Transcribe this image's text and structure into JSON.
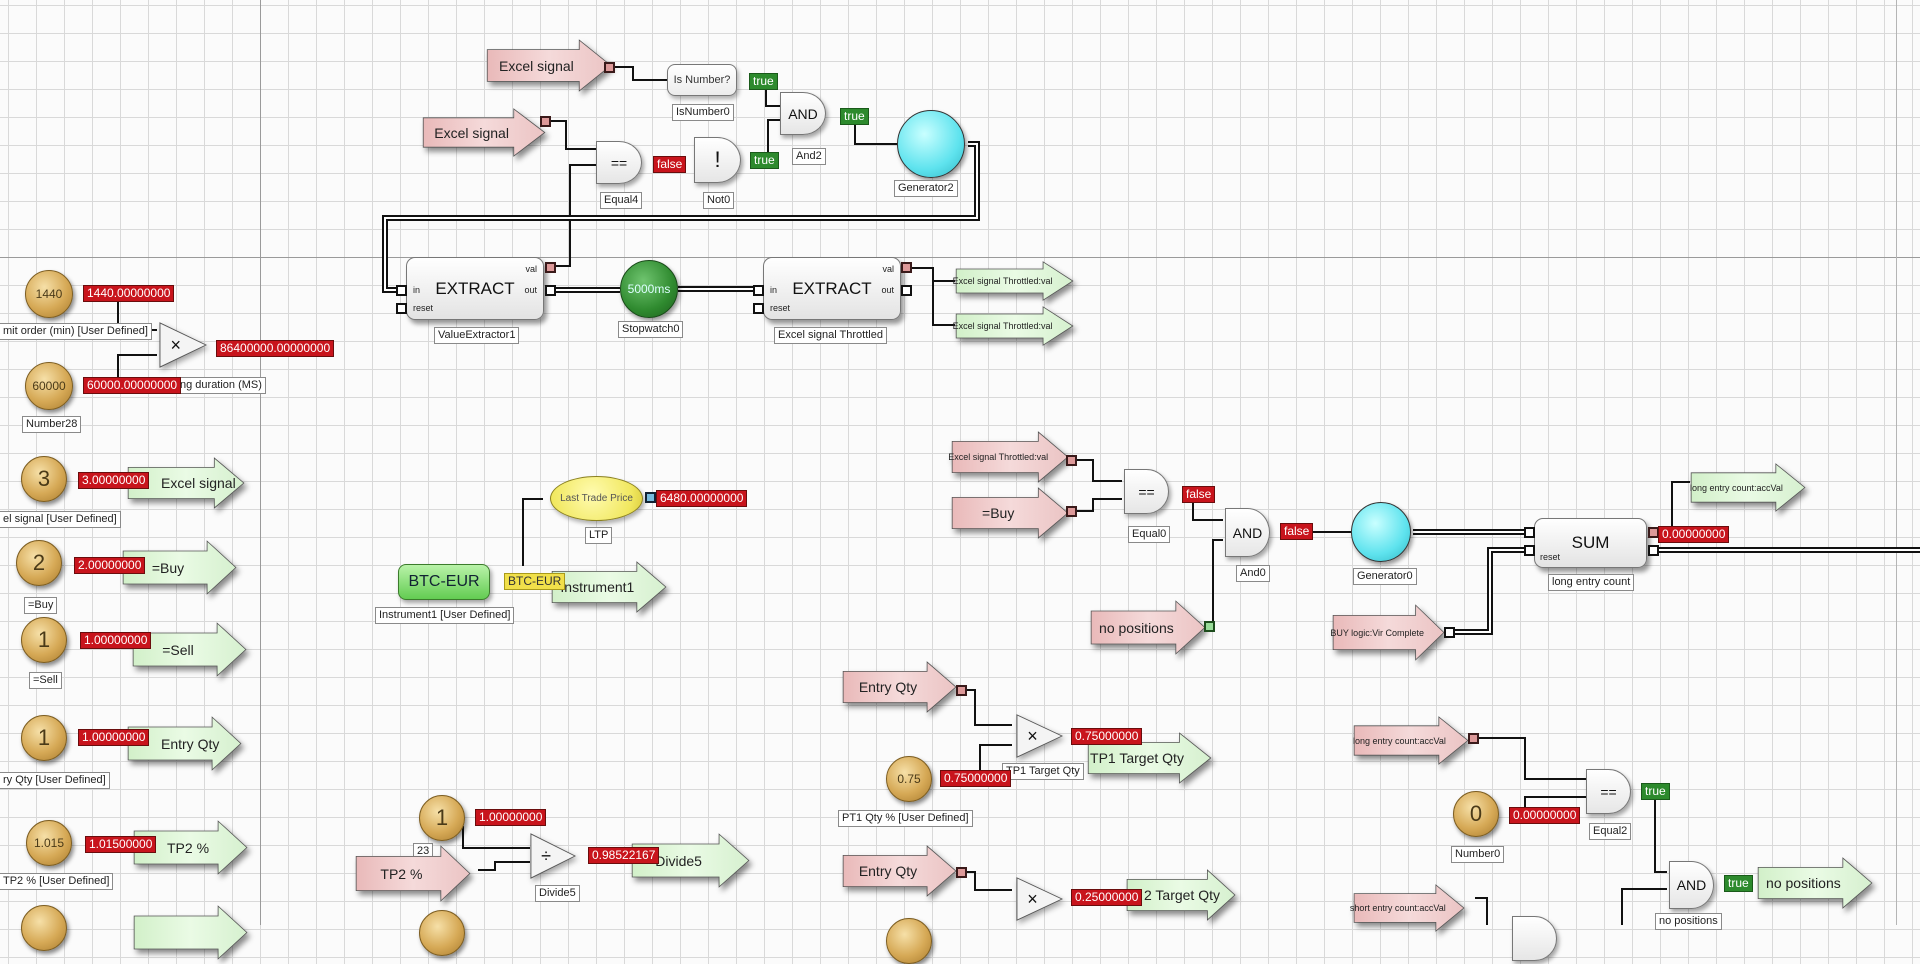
{
  "top": {
    "excel_signal_1": "Excel signal",
    "excel_signal_2": "Excel signal",
    "is_number": {
      "text": "Is Number?",
      "label": "IsNumber0",
      "output": "true"
    },
    "and2": {
      "text": "AND",
      "label": "And2",
      "output": "true"
    },
    "generator2": {
      "label": "Generator2"
    },
    "equal4": {
      "text": "==",
      "label": "Equal4",
      "output": "false"
    },
    "not0": {
      "text": "!",
      "label": "Not0",
      "output": "true"
    },
    "value_extractor1": {
      "text": "EXTRACT",
      "label": "ValueExtractor1",
      "port_in": "in",
      "port_reset": "reset",
      "port_val": "val",
      "port_out": "out"
    },
    "stopwatch0": {
      "text": "5000ms",
      "label": "Stopwatch0"
    },
    "extract_throttled": {
      "text": "EXTRACT",
      "label": "Excel signal Throttled",
      "port_in": "in",
      "port_reset": "reset",
      "port_val": "val",
      "port_out": "out"
    },
    "outputs": [
      "Excel signal Throttled:val",
      "Excel signal Throttled:val"
    ]
  },
  "left": {
    "limit_order": {
      "ball": "1440",
      "value": "1440.00000000",
      "label": "mit order (min) [User Defined]"
    },
    "multiply": {
      "text": "×",
      "value": "86400000.00000000"
    },
    "duration": {
      "ball": "60000",
      "value": "60000.00000000",
      "label": "ng duration (MS)",
      "name": "Number28"
    },
    "excel_signal": {
      "ball": "3",
      "value": "3.00000000",
      "arrow": "Excel signal",
      "label": "el signal [User Defined]"
    },
    "buy": {
      "ball": "2",
      "value": "2.00000000",
      "arrow": "=Buy",
      "label": "=Buy"
    },
    "sell": {
      "ball": "1",
      "value": "1.00000000",
      "arrow": "=Sell",
      "label": "=Sell"
    },
    "entry_qty": {
      "ball": "1",
      "value": "1.00000000",
      "arrow": "Entry Qty",
      "label": "ry Qty [User Defined]"
    },
    "tp2": {
      "ball": "1.015",
      "value": "1.01500000",
      "arrow": "TP2 %",
      "label": "TP2 % [User Defined]"
    }
  },
  "instrument": {
    "ltp_text": "Last Trade Price",
    "ltp_value": "6480.00000000",
    "ltp_label": "LTP",
    "symbol": "BTC-EUR",
    "symbol_tag": "BTC-EUR",
    "arrow": "Instrument1",
    "label": "Instrument1 [User Defined]"
  },
  "divide": {
    "ball": "1",
    "ball_value": "1.00000000",
    "hidden_label": "23",
    "input_arrow": "TP2 %",
    "text": "÷",
    "value": "0.98522167",
    "label": "Divide5",
    "arrow": "Divide5"
  },
  "long_entry": {
    "in_signal": "Excel signal Throttled:val",
    "in_buy": "=Buy",
    "equal0": {
      "text": "==",
      "label": "Equal0",
      "output": "false"
    },
    "and0": {
      "text": "AND",
      "label": "And0",
      "output": "false"
    },
    "no_positions": "no positions",
    "generator0": {
      "label": "Generator0"
    },
    "sum": {
      "text": "SUM",
      "port_reset": "reset",
      "value": "0.00000000",
      "label": "long entry count"
    },
    "accval_out": "long entry count:accVal",
    "buy_complete": "BUY logic:Vir Complete"
  },
  "targets": {
    "entry_qty_1": "Entry Qty",
    "mult1": {
      "text": "×",
      "value": "0.75000000",
      "label": "TP1 Target Qty"
    },
    "pt1_ball": "0.75",
    "pt1_value": "0.75000000",
    "pt1_label": "PT1 Qty % [User Defined]",
    "tp1_arrow": "TP1 Target Qty",
    "entry_qty_2": "Entry Qty",
    "mult2": {
      "text": "×",
      "value": "0.25000000"
    },
    "tp2_arrow": "2 Target Qty"
  },
  "positions": {
    "accval_in": "long entry count:accVal",
    "equal2": {
      "text": "==",
      "label": "Equal2",
      "output": "true"
    },
    "zero_ball": "0",
    "zero_value": "0.00000000",
    "zero_label": "Number0",
    "and": {
      "text": "AND",
      "output": "true",
      "label": "no positions"
    },
    "out_arrow": "no positions",
    "short_in": "short entry count:accVal"
  },
  "colors": {
    "value_tag": "#c8141c",
    "true_tag": "#2d8a2d",
    "pink_node": "#f0caca",
    "green_node": "#d6f3cf",
    "grid": "#d9d9d9"
  }
}
